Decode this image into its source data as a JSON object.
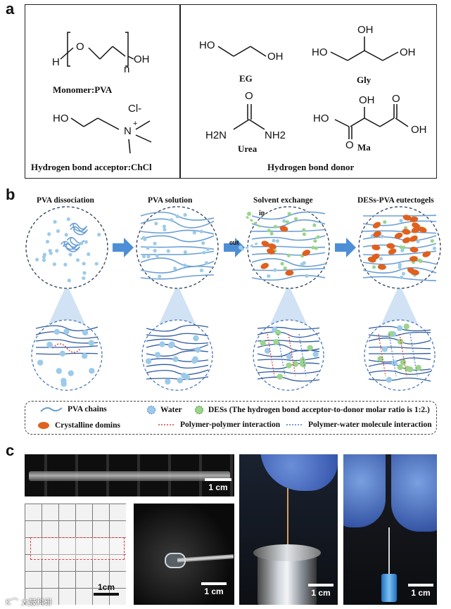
{
  "panels": {
    "a": "a",
    "b": "b",
    "c": "c"
  },
  "panel_a": {
    "monomer_label": "Monomer:PVA",
    "acceptor_label": "Hydrogen bond acceptor:ChCl",
    "donor_title": "Hydrogen bond donor",
    "pva": {
      "h": "H",
      "o": "O",
      "n": "n",
      "oh": "OH"
    },
    "chcl": {
      "ho": "HO",
      "n": "N",
      "plus": "+",
      "cl": "Cl-"
    },
    "eg": {
      "name": "EG",
      "ho": "HO",
      "oh": "OH"
    },
    "gly": {
      "name": "Gly",
      "ho": "HO",
      "oh_right": "OH",
      "oh_top": "OH"
    },
    "urea": {
      "name": "Urea",
      "o": "O",
      "h2n": "H2N",
      "nh2": "NH2"
    },
    "ma": {
      "name": "Ma",
      "ho_left": "HO",
      "o_top": "O",
      "oh_top": "OH",
      "oh_right": "OH",
      "o_bottom": "O"
    }
  },
  "panel_b": {
    "stages": [
      "PVA dissociation",
      "PVA solution",
      "Solvent exchange",
      "DESs-PVA eutectogels"
    ],
    "flow_in": "in",
    "flow_out": "out",
    "legend": {
      "pva_chains": "PVA chains",
      "water": "Water",
      "des": "DESs (The hydrogen bond acceptor-to-donor molar ratio is 1:2.)",
      "crystalline": "Crystalline domins",
      "polymer_polymer": "Polymer-polymer interaction",
      "polymer_water": "Polymer-water molecule interaction"
    },
    "colors": {
      "water": "#9ccbe9",
      "des": "#9bd48a",
      "crystalline": "#e0601e",
      "chain": "#6b9fd4",
      "pp": "#d8403a",
      "pw": "#4b78c8"
    }
  },
  "panel_c": {
    "scalebars": [
      "1 cm",
      "1cm",
      "1 cm",
      "1 cm",
      "1 cm"
    ]
  },
  "watermark": "K⌒ 大鼓科研"
}
